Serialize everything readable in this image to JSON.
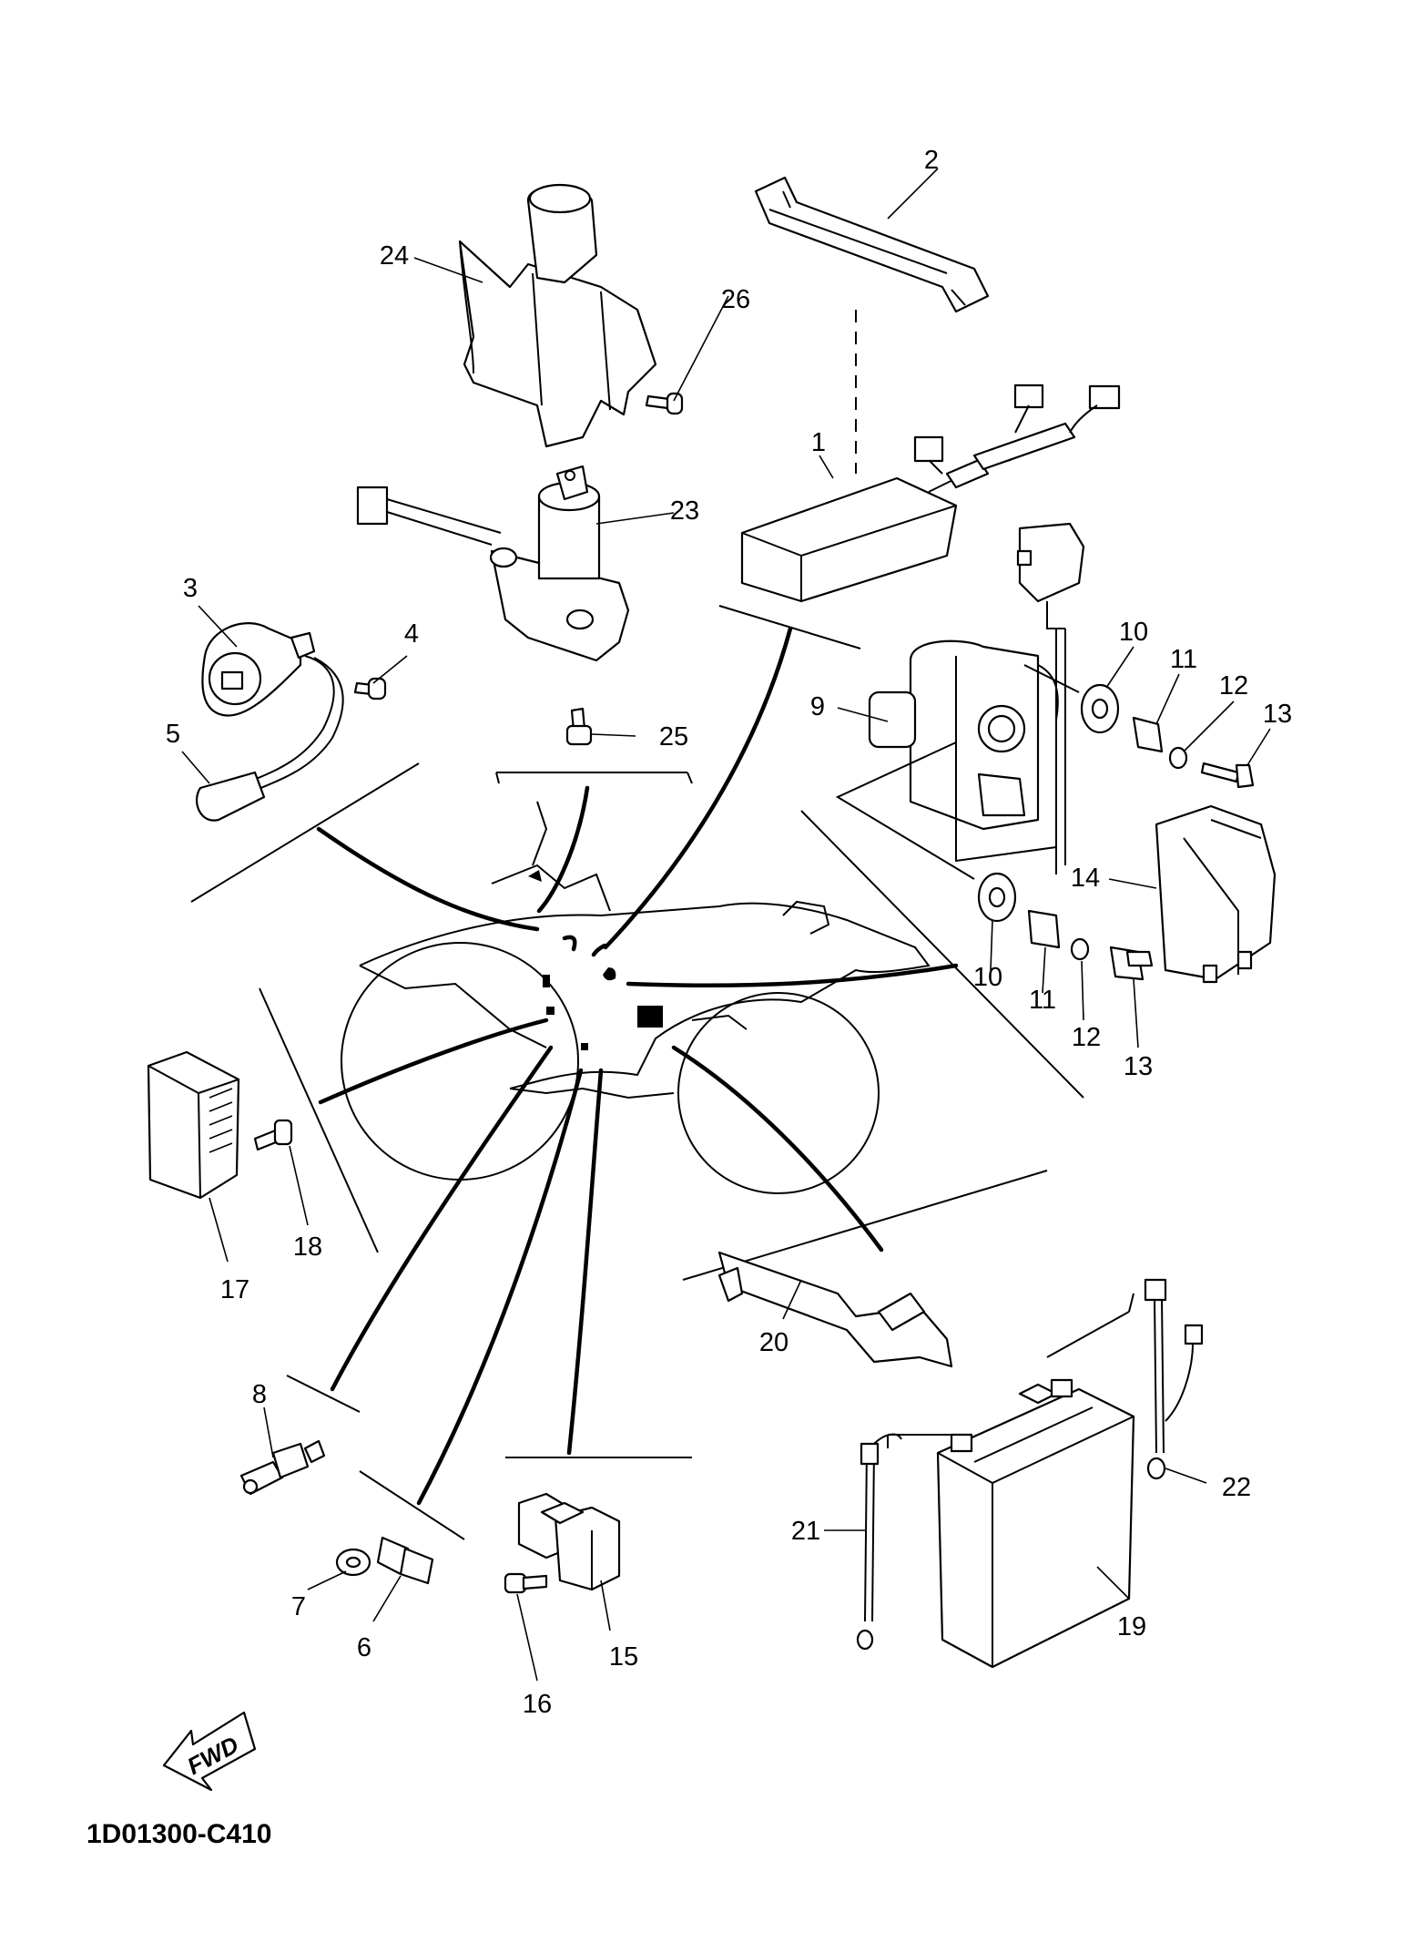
{
  "diagram": {
    "code": "1D01300-C410",
    "fwd_label": "FWD",
    "callouts": [
      "1",
      "2",
      "3",
      "4",
      "5",
      "6",
      "7",
      "8",
      "9",
      "10",
      "11",
      "12",
      "13",
      "14",
      "15",
      "16",
      "17",
      "18",
      "19",
      "20",
      "21",
      "22",
      "23",
      "24",
      "25",
      "26"
    ],
    "callouts_repeated": [
      "10",
      "11",
      "12",
      "13"
    ]
  }
}
